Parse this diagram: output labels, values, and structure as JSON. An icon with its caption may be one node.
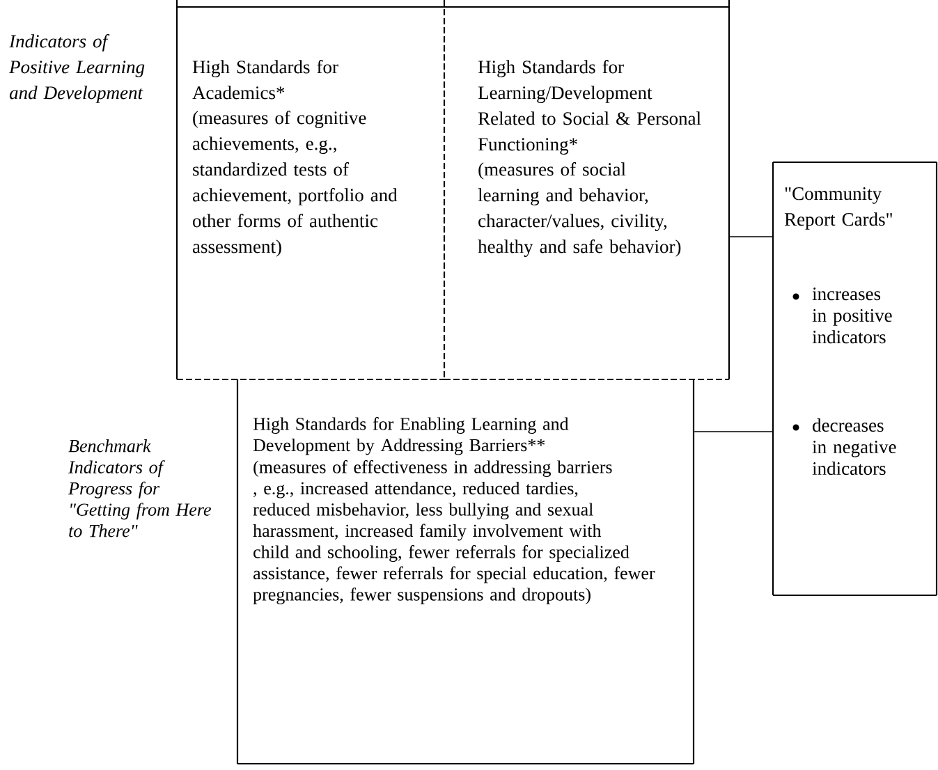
{
  "diagram": {
    "nodes": [
      {
        "text": [
          "High Standards for Academics*",
          "(measures of cognitive achievements, e.g., standardized tests of achievement, portfolio and other forms of authentic assessment)"
        ]
      },
      {
        "text": [
          "High Standards for Learning/Development Related to Social & Personal Functioning*",
          "(measures of social learning and behavior, character/values, civility, healthy and safe behavior)"
        ]
      },
      {
        "text": [
          "High Standards for Enabling Learning and Development by Addressing Barriers**",
          "(measures of effectiveness in addressing barriers , e.g., increased attendance, reduced tardies, reduced misbehavior, less bullying and sexual harassment, increased family involvement with child and schooling, fewer referrals for specialized assistance, fewer referrals for special education, fewer pregnancies, fewer suspensions and dropouts)"
        ]
      },
      {
        "text": [
          "\"Community Report Cards\"",
          "increases in positive indicators",
          "decreases in negative indicators"
        ]
      }
    ],
    "edges": [
      {
        "from": 1,
        "to": 3,
        "arrow": "none"
      },
      {
        "from": 2,
        "to": 3,
        "arrow": "none"
      }
    ],
    "labels": [
      "Indicators of Positive Learning and Development",
      "Benchmark Indicators of Progress for \"Getting from Here to There\""
    ]
  }
}
